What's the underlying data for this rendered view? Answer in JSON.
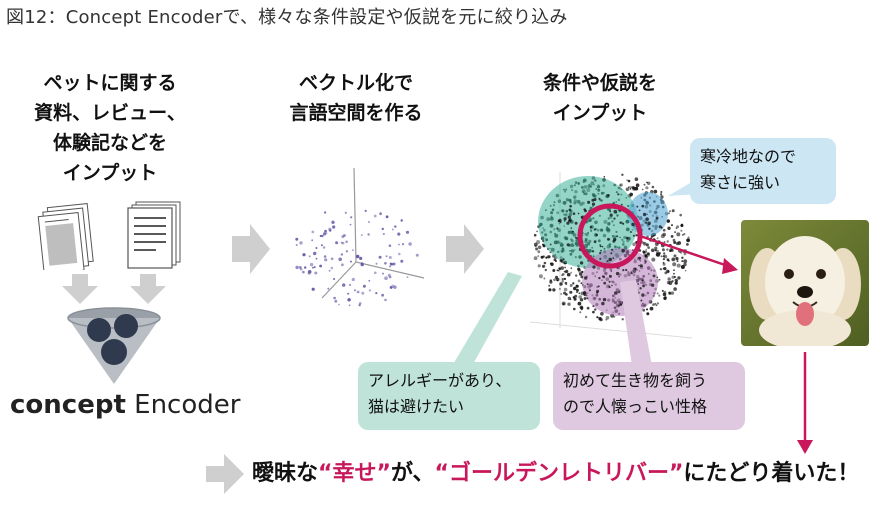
{
  "figure_title": "図12：Concept Encoderで、様々な条件設定や仮説を元に絞り込み",
  "stages": {
    "input": [
      "ペットに関する",
      "資料、レビュー、",
      "体験記などを",
      "インプット"
    ],
    "vectorize": [
      "ベクトル化で",
      "言語空間を作る"
    ],
    "conditions": [
      "条件や仮説を",
      "インプット"
    ]
  },
  "encoder_label": {
    "prefix": "concept",
    "suffix": " Encoder"
  },
  "bubbles": {
    "cold": [
      "寒冷地なので",
      "寒さに強い"
    ],
    "allergy": [
      "アレルギーがあり、",
      "猫は避けたい"
    ],
    "first_pet": [
      "初めて生き物を飼う",
      "ので人懐っこい性格"
    ]
  },
  "conclusion": {
    "part1": "曖昧な",
    "highlight1": "“幸せ”",
    "part2": "が、",
    "highlight2": "“ゴールデンレトリバー”",
    "part3": "にたどり着いた！"
  },
  "colors": {
    "accent": "#c8175a",
    "arrow_gray": "#cfcfcf",
    "cluster_green": "#3db39a",
    "cluster_blue": "#5aa9d6",
    "cluster_purple": "#b07ab8",
    "point_purple": "#6a5aa8"
  },
  "icons": {
    "documents": "documents-icon",
    "funnel": "funnel-icon",
    "dog_photo": "golden-retriever-photo"
  }
}
